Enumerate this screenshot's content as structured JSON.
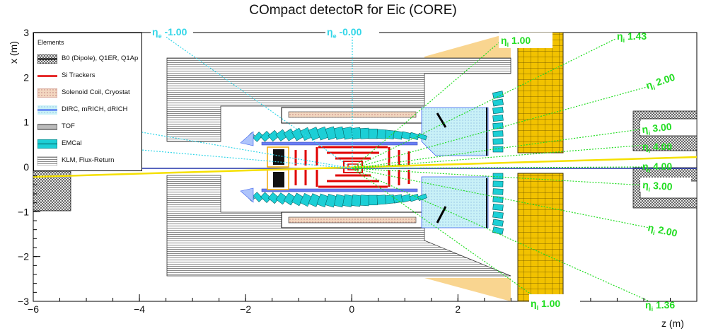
{
  "title": "COmpact detectoR for Eic (CORE)",
  "legend": {
    "header": "Elements",
    "items": [
      {
        "label": "B0 (Dipole), Q1ER, Q1Ap",
        "swatch": "b0-dipole-swatch"
      },
      {
        "label": "Si Trackers",
        "swatch": "si-trackers-swatch"
      },
      {
        "label": "Solenoid Coil, Cryostat",
        "swatch": "solenoid-swatch"
      },
      {
        "label": "DIRC, mRICH, dRICH",
        "swatch": "dirc-swatch"
      },
      {
        "label": "TOF",
        "swatch": "tof-swatch"
      },
      {
        "label": "EMCal",
        "swatch": "emcal-swatch"
      },
      {
        "label": "KLM, Flux-Return",
        "swatch": "klm-swatch"
      }
    ]
  },
  "axes": {
    "xlabel": "z (m)",
    "ylabel": "x (m)",
    "xlim": [
      -6,
      6.5
    ],
    "ylim": [
      -3,
      3
    ],
    "xticks": [
      -6,
      -4,
      -2,
      0,
      2
    ],
    "yticks": [
      -3,
      -2,
      -1,
      0,
      1,
      2,
      3
    ],
    "xtick_labels": [
      "−6",
      "−4",
      "−2",
      "0",
      "2"
    ],
    "ytick_labels": [
      "−3",
      "−2",
      "−1",
      "0",
      "1",
      "2",
      "3"
    ]
  },
  "eta_labels": {
    "electron": [
      {
        "text": "η",
        "sub": "e",
        "value": " -1.00"
      },
      {
        "text": "η",
        "sub": "e",
        "value": " -0.00"
      }
    ],
    "ion": [
      {
        "text": "η",
        "sub": "i",
        "value": " 1.00",
        "side": "top"
      },
      {
        "text": "η",
        "sub": "i",
        "value": " 1.43",
        "side": "top"
      },
      {
        "text": "η",
        "sub": "i",
        "value": " 2.00",
        "side": "top"
      },
      {
        "text": "η",
        "sub": "i",
        "value": " 3.00",
        "side": "top"
      },
      {
        "text": "η",
        "sub": "i",
        "value": " 4.00",
        "side": "top"
      },
      {
        "text": "η",
        "sub": "i",
        "value": " 4.00",
        "side": "bottom"
      },
      {
        "text": "η",
        "sub": "i",
        "value": " 3.00",
        "side": "bottom"
      },
      {
        "text": "η",
        "sub": "i",
        "value": " 2.00",
        "side": "bottom"
      },
      {
        "text": "η",
        "sub": "i",
        "value": " 1.00",
        "side": "bottom"
      },
      {
        "text": "η",
        "sub": "i",
        "value": " 1.36",
        "side": "bottom"
      }
    ]
  },
  "colors": {
    "tracker": "#e00000",
    "emcal": "#1ccfd6",
    "dirc": "#3a5ff0",
    "solenoid": "#e8b890",
    "forward_cal": "#f2c200",
    "eta_e": "#33d6e8",
    "eta_i": "#22dd22",
    "beam": "#f5e000",
    "acceptance": "#f9d590"
  }
}
